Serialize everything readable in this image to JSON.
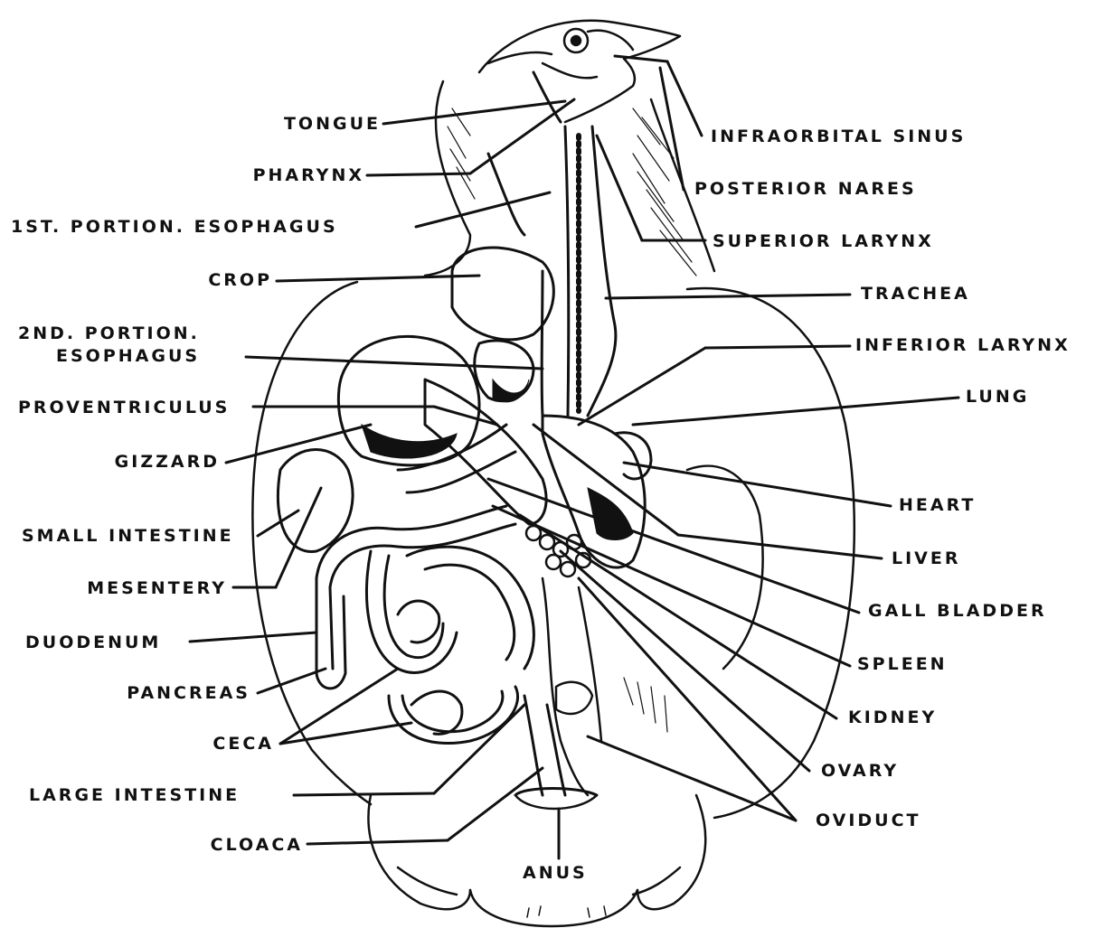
{
  "labels": {
    "tongue": "TONGUE",
    "pharynx": "PHARYNX",
    "first_esophagus": "1ST. PORTION. ESOPHAGUS",
    "crop": "CROP",
    "second_esophagus_l1": "2ND. PORTION.",
    "second_esophagus_l2": "ESOPHAGUS",
    "proventriculus": "PROVENTRICULUS",
    "gizzard": "GIZZARD",
    "small_intestine": "SMALL INTESTINE",
    "mesentery": "MESENTERY",
    "duodenum": "DUODENUM",
    "pancreas": "PANCREAS",
    "ceca": "CECA",
    "large_intestine": "LARGE INTESTINE",
    "cloaca": "CLOACA",
    "anus": "ANUS",
    "infraorbital_sinus": "INFRAORBITAL SINUS",
    "posterior_nares": "POSTERIOR NARES",
    "superior_larynx": "SUPERIOR LARYNX",
    "trachea": "TRACHEA",
    "inferior_larynx": "INFERIOR LARYNX",
    "lung": "LUNG",
    "heart": "HEART",
    "liver": "LIVER",
    "gall_bladder": "GALL BLADDER",
    "spleen": "SPLEEN",
    "kidney": "KIDNEY",
    "ovary": "OVARY",
    "oviduct": "OVIDUCT"
  }
}
